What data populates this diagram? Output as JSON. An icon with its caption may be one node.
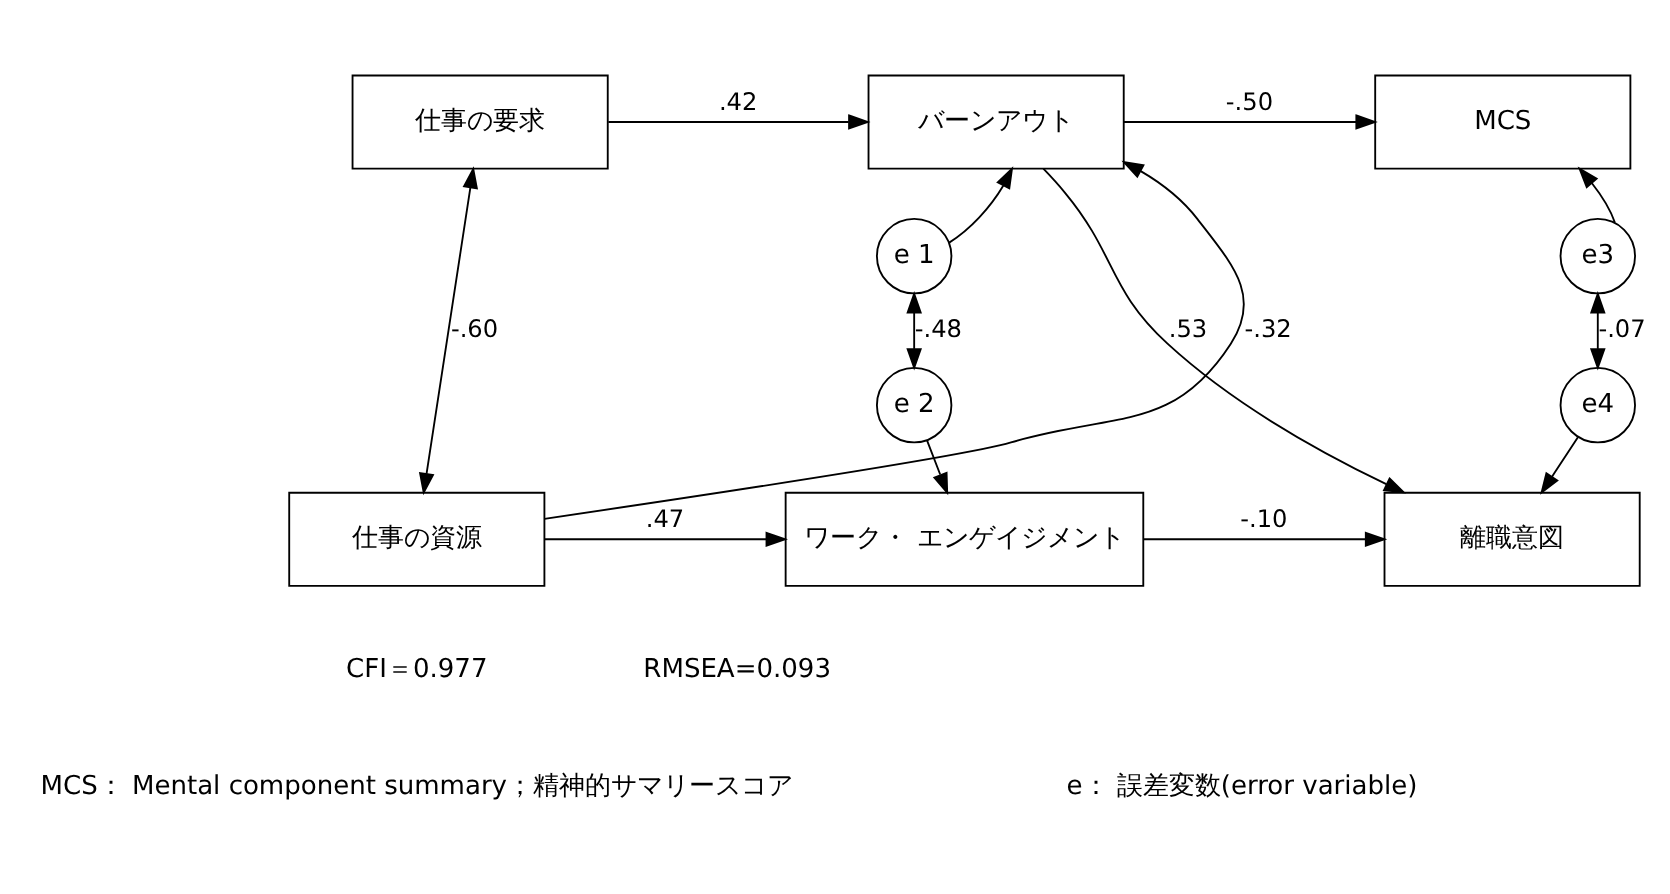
{
  "diagram": {
    "nodes": [
      {
        "text": [
          "仕事の要求"
        ]
      },
      {
        "text": [
          "バーンアウト"
        ]
      },
      {
        "text": [
          "MCS"
        ]
      },
      {
        "text": [
          "e 1"
        ]
      },
      {
        "text": [
          "e3"
        ]
      },
      {
        "text": [
          "e 2"
        ]
      },
      {
        "text": [
          "e4"
        ]
      },
      {
        "text": [
          "仕事の資源"
        ]
      },
      {
        "text": [
          "ワーク・ エンゲイジメント"
        ]
      },
      {
        "text": [
          "離職意図"
        ]
      }
    ],
    "edges": [
      {
        "from": 0,
        "to": 1,
        "arrow": "to",
        "label": ".42"
      },
      {
        "from": 1,
        "to": 2,
        "arrow": "to",
        "label": "-.50"
      },
      {
        "from": 0,
        "to": 7,
        "arrow": "both",
        "label": "-.60"
      },
      {
        "from": 7,
        "to": 1,
        "arrow": "to",
        "label": "-.32"
      },
      {
        "from": 3,
        "to": 1,
        "arrow": "to"
      },
      {
        "from": 4,
        "to": 2,
        "arrow": "to"
      },
      {
        "from": 3,
        "to": 5,
        "arrow": "both",
        "label": "-.48"
      },
      {
        "from": 4,
        "to": 6,
        "arrow": "both",
        "label": "-.07"
      },
      {
        "from": 1,
        "to": 9,
        "arrow": "to",
        "label": ".53"
      },
      {
        "from": 5,
        "to": 8,
        "arrow": "to"
      },
      {
        "from": 6,
        "to": 9,
        "arrow": "to"
      },
      {
        "from": 7,
        "to": 8,
        "arrow": "to",
        "label": ".47"
      },
      {
        "from": 8,
        "to": 9,
        "arrow": "to",
        "label": "-.10"
      }
    ],
    "labels": [
      "CFI＝0.977",
      "RMSEA=0.093",
      "MCS： Mental component summary；精神的サマリースコア",
      "e： 誤差変数(error variable)"
    ]
  }
}
